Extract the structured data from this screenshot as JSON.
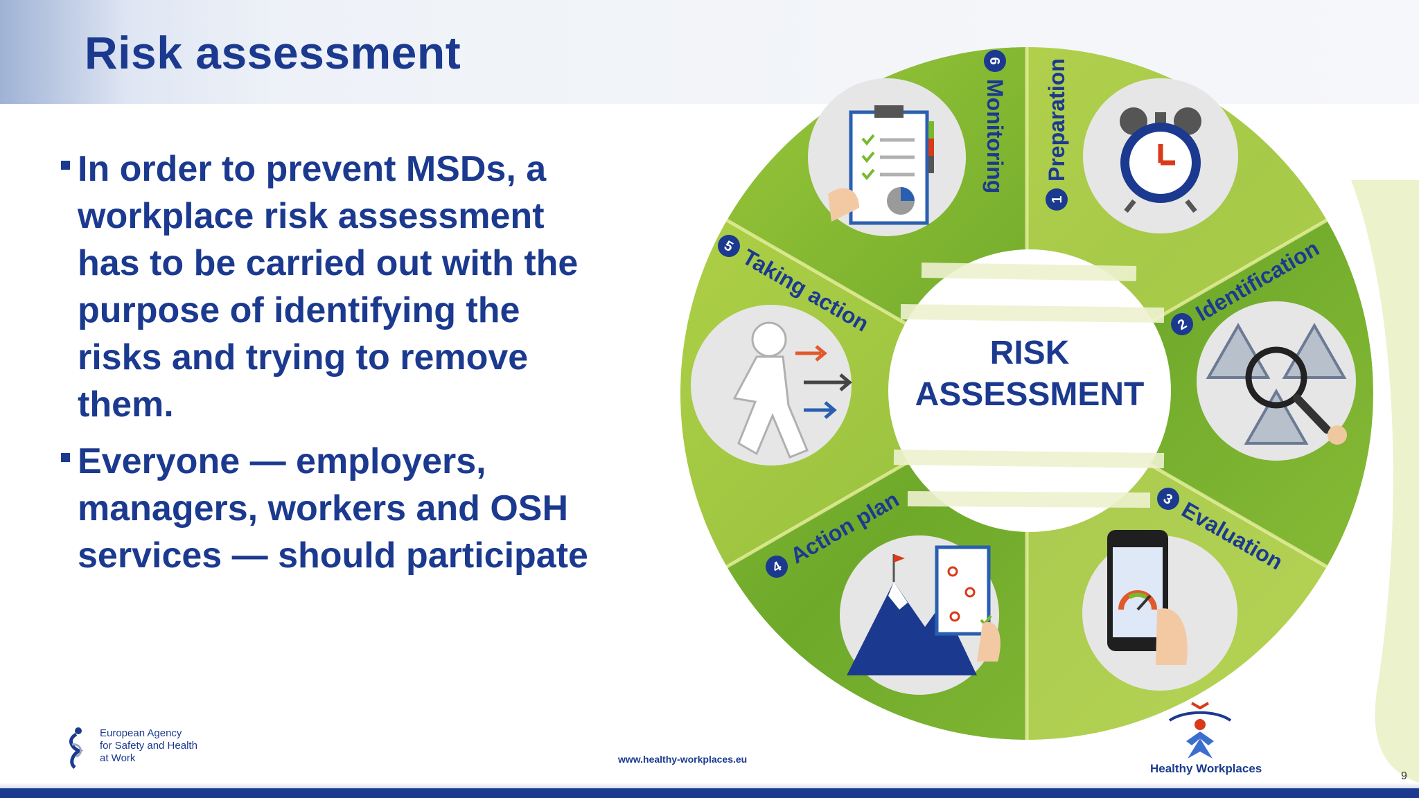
{
  "slide": {
    "title": "Risk assessment",
    "bullets": [
      "In order to prevent MSDs, a workplace risk assessment has to be carried out with the purpose of identifying the risks and trying to remove them.",
      "Everyone — employers, managers, workers and OSH services — should participate"
    ],
    "bullet_lines": [
      [
        "In order to prevent MSDs, a",
        "workplace risk assessment",
        "has to be carried out with the",
        "purpose of identifying the",
        "risks and trying to remove",
        "them."
      ],
      [
        "Everyone — employers,",
        "managers, workers and OSH",
        "services — should participate"
      ]
    ]
  },
  "diagram": {
    "center_line1": "RISK",
    "center_line2": "ASSESSMENT",
    "steps": [
      {
        "number": "1",
        "label": "Preparation",
        "icon": "alarm-clock-icon"
      },
      {
        "number": "2",
        "label": "Identification",
        "icon": "magnifier-hazard-icon"
      },
      {
        "number": "3",
        "label": "Evaluation",
        "icon": "phone-gauge-icon"
      },
      {
        "number": "4",
        "label": "Action plan",
        "icon": "mountain-plan-icon"
      },
      {
        "number": "5",
        "label": "Taking action",
        "icon": "walking-person-icon"
      },
      {
        "number": "6",
        "label": "Monitoring",
        "icon": "clipboard-check-icon"
      }
    ],
    "colors": {
      "ring_green": "#7fb52b",
      "ring_light": "#d8e86a",
      "number_badge": "#1b3a8f",
      "label_blue": "#1b3a8f"
    }
  },
  "footer": {
    "agency_name_lines": [
      "European Agency",
      "for Safety and Health",
      "at Work"
    ],
    "url": "www.healthy-workplaces.eu",
    "campaign": "Healthy Workplaces",
    "page_number": "9"
  },
  "colors": {
    "title_blue": "#1b3a8f",
    "footer_bar": "#1b3a8f"
  }
}
